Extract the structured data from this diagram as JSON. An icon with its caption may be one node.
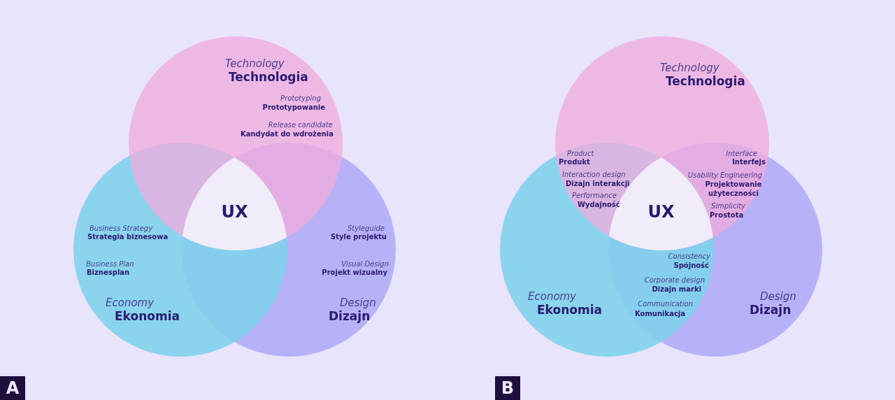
{
  "diagram": {
    "nodes": [
      {
        "text": [
          "Technology",
          "Technologia"
        ]
      },
      {
        "text": [
          "Economy",
          "Ekonomia"
        ]
      },
      {
        "text": [
          "Design",
          "Dizajn"
        ]
      },
      {
        "text": [
          "UX"
        ]
      },
      {
        "text": [
          "Technology",
          "Technologia"
        ]
      },
      {
        "text": [
          "Economy",
          "Ekonomia"
        ]
      },
      {
        "text": [
          "Design",
          "Dizajn"
        ]
      },
      {
        "text": [
          "UX"
        ]
      },
      {
        "text": [
          "A"
        ]
      },
      {
        "text": [
          "B"
        ]
      }
    ],
    "labels": [
      "Prototyping",
      "Prototypowanie",
      "Release candidate",
      "Kandydat do wdrożenia",
      "Business Strategy",
      "Strategia biznesowa",
      "Styleguide",
      "Style projektu",
      "Business Plan",
      "Biznesplan",
      "Visual Design",
      "Projekt wizualny",
      "Product",
      "Produkt",
      "Interface",
      "Interfejs",
      "Interaction design",
      "Dizajn interakcji",
      "Usability Engineering",
      "Projektowanie użyteczności",
      "Performance",
      "Wydajność",
      "Simplicity",
      "Prostota",
      "Consistency",
      "Spójność",
      "Corporate design",
      "Dizajn marki",
      "Communication",
      "Komunikacja"
    ]
  }
}
